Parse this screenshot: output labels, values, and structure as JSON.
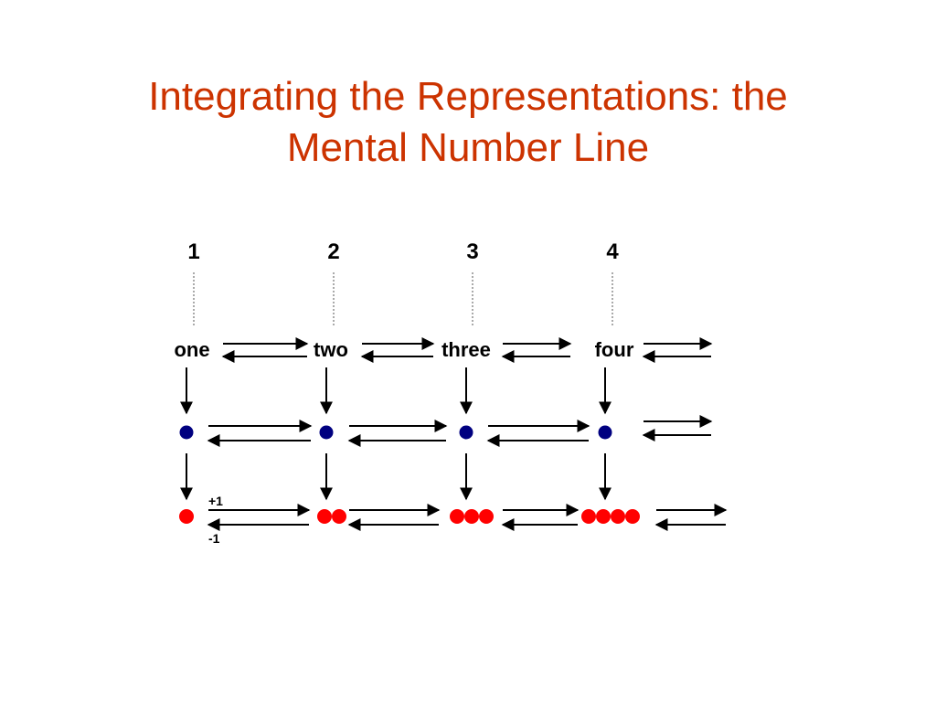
{
  "slide": {
    "title_line1": "Integrating the Representations:  the",
    "title_line2": "Mental Number Line"
  },
  "numerals": [
    "1",
    "2",
    "3",
    "4"
  ],
  "number_words": [
    "one",
    "two",
    "three",
    "four"
  ],
  "dot_counts": [
    1,
    2,
    3,
    4
  ],
  "operations": {
    "plus": "+1",
    "minus": "-1"
  },
  "colors": {
    "title": "#cc3300",
    "single_dot": "#000080",
    "count_dot": "#ff0000",
    "arrow": "#000000"
  }
}
